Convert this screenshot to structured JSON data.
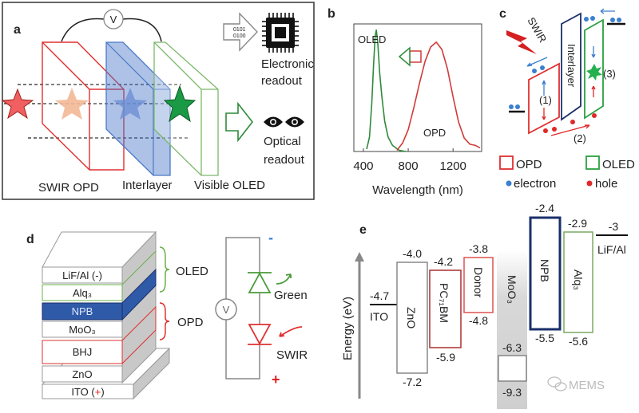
{
  "panel_a": {
    "label": "a",
    "voltmeter": "V",
    "binary_line1": "0101",
    "binary_line2": "0100",
    "electronic_line1": "Electronic",
    "electronic_line2": "readout",
    "optical_line1": "Optical",
    "optical_line2": "readout",
    "layer_labels": [
      "SWIR OPD",
      "Interlayer",
      "Visible OLED"
    ],
    "colors": {
      "opd": "#e03030",
      "interlayer": "#4a78c8",
      "oled": "#6ab04c",
      "star_green": "#1a9a45"
    }
  },
  "panel_b": {
    "label": "b",
    "oled_label": "OLED",
    "opd_label": "OPD"
  },
  "chart_data": {
    "type": "line",
    "xlabel": "Wavelength (nm)",
    "ylabel": "",
    "xlim": [
      315,
      1455
    ],
    "ylim": [
      0,
      1.05
    ],
    "xticks": [
      400,
      800,
      1200
    ],
    "grid": false,
    "series": [
      {
        "name": "OLED",
        "color": "#2e8b3a",
        "points": [
          [
            430,
            0.02
          ],
          [
            455,
            0.12
          ],
          [
            475,
            0.4
          ],
          [
            490,
            0.7
          ],
          [
            505,
            0.95
          ],
          [
            515,
            1.0
          ],
          [
            528,
            0.9
          ],
          [
            545,
            0.65
          ],
          [
            565,
            0.45
          ],
          [
            590,
            0.25
          ],
          [
            620,
            0.12
          ],
          [
            660,
            0.05
          ],
          [
            720,
            0.01
          ],
          [
            780,
            0
          ]
        ]
      },
      {
        "name": "OPD",
        "color": "#d23a3a",
        "points": [
          [
            700,
            0.01
          ],
          [
            750,
            0.07
          ],
          [
            800,
            0.18
          ],
          [
            850,
            0.36
          ],
          [
            900,
            0.56
          ],
          [
            950,
            0.74
          ],
          [
            1000,
            0.86
          ],
          [
            1050,
            0.9
          ],
          [
            1100,
            0.84
          ],
          [
            1150,
            0.68
          ],
          [
            1200,
            0.45
          ],
          [
            1250,
            0.24
          ],
          [
            1300,
            0.11
          ],
          [
            1350,
            0.06
          ],
          [
            1400,
            0.05
          ],
          [
            1440,
            0.03
          ]
        ]
      }
    ]
  },
  "panel_c": {
    "label": "c",
    "swir": "SWIR",
    "interlayer": "Interlayer",
    "step1": "(1)",
    "step2": "(2)",
    "step3": "(3)",
    "legend": {
      "opd": "OPD",
      "oled": "OLED",
      "electron": "electron",
      "hole": "hole"
    },
    "colors": {
      "electron": "#3a7fd0",
      "hole": "#e02828"
    }
  },
  "panel_d": {
    "label": "d",
    "layers": [
      "LiF/Al (-)",
      "Alq₃",
      "NPB",
      "MoO₃",
      "BHJ",
      "ZnO",
      "ITO ("
    ],
    "ito_plus": "+",
    "ito_close": ")",
    "brace_oled": "OLED",
    "brace_opd": "OPD",
    "voltmeter": "V",
    "minus": "-",
    "plus": "+",
    "green": "Green",
    "swir": "SWIR"
  },
  "panel_e": {
    "label": "e",
    "axis_label": "Energy (eV)",
    "materials": {
      "ito": {
        "name": "ITO",
        "level": "-4.7"
      },
      "zno": {
        "name": "ZnO",
        "top": "-4.0",
        "bottom": "-7.2"
      },
      "pcbm": {
        "name": "PC₇₁BM",
        "top": "-4.2",
        "bottom": "-5.9"
      },
      "donor": {
        "name": "Donor",
        "top": "-3.8",
        "bottom": "-4.8"
      },
      "moo3": {
        "name": "MoO₃",
        "top": "-6.3",
        "bottom": "-9.3"
      },
      "npb": {
        "name": "NPB",
        "top": "-2.4",
        "bottom": "-5.5"
      },
      "alq3": {
        "name": "Alq₃",
        "top": "-2.9",
        "bottom": "-5.6"
      },
      "lifal": {
        "name": "LiF/Al",
        "level": "-3"
      }
    },
    "watermark": "MEMS"
  }
}
